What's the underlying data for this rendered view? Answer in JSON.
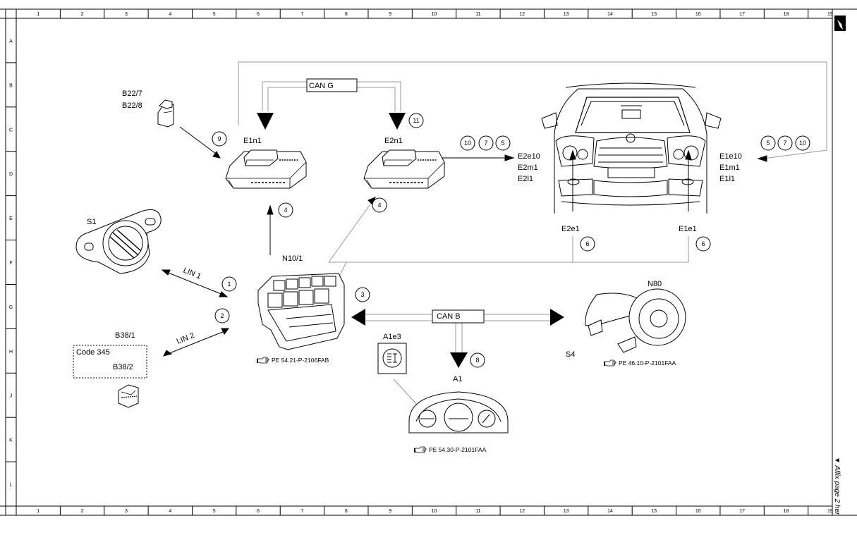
{
  "frame": {
    "columns": [
      "1",
      "2",
      "3",
      "4",
      "5",
      "6",
      "7",
      "8",
      "9",
      "10",
      "11",
      "12",
      "13",
      "14",
      "15",
      "16",
      "17",
      "18",
      "19"
    ],
    "rows": [
      "A",
      "B",
      "C",
      "D",
      "E",
      "F",
      "G",
      "H",
      "J",
      "K",
      "L"
    ]
  },
  "components": {
    "b22": {
      "line1": "B22/7",
      "line2": "B22/8"
    },
    "e1n1": "E1n1",
    "e2n1": "E2n1",
    "s1": "S1",
    "n10": "N10/1",
    "b38_1": "B38/1",
    "code345": "Code 345",
    "b38_2": "B38/2",
    "a1e3": "A1e3",
    "a1": "A1",
    "n80": "N80",
    "s4": "S4",
    "e2e1": "E2e1",
    "e1e1": "E1e1"
  },
  "right_labels": {
    "left_group": [
      "E2e10",
      "E2m1",
      "E2l1"
    ],
    "right_group": [
      "E1e10",
      "E1m1",
      "E1l1"
    ]
  },
  "buses": {
    "can_g": "CAN G",
    "can_b": "CAN B",
    "lin1": "LIN 1",
    "lin2": "LIN 2"
  },
  "circle_numbers": {
    "c9": "9",
    "c11": "11",
    "c10a": "10",
    "c7a": "7",
    "c5a": "5",
    "c5b": "5",
    "c7b": "7",
    "c10b": "10",
    "c4a": "4",
    "c4b": "4",
    "c6a": "6",
    "c6b": "6",
    "c1": "1",
    "c2": "2",
    "c3": "3",
    "c8": "8"
  },
  "references": {
    "n10_ref": "PE 54.21-P-2106FAB",
    "a1_ref": "PE 54.30-P-2101FAA",
    "n80_ref": "PE 46.10-P-2101FAA"
  },
  "side_note": "Affix page 2 her",
  "icons": [
    "pointing-hand-icon",
    "page-corner-icon"
  ]
}
